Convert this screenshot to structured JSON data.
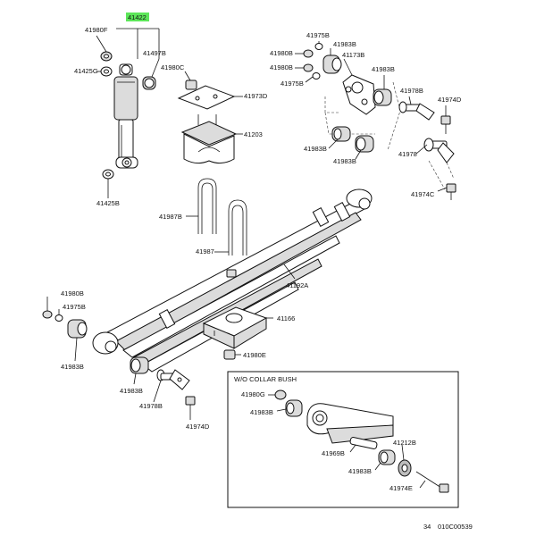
{
  "highlight_color": "#5de65a",
  "callouts": [
    {
      "id": "41422-top",
      "text": "41422",
      "highlight": true
    },
    {
      "id": "41980F",
      "text": "41980F"
    },
    {
      "id": "41425G",
      "text": "41425G"
    },
    {
      "id": "41497B",
      "text": "41497B"
    },
    {
      "id": "41980C",
      "text": "41980C"
    },
    {
      "id": "41973D",
      "text": "41973D"
    },
    {
      "id": "41203",
      "text": "41203"
    },
    {
      "id": "41425B",
      "text": "41425B"
    },
    {
      "id": "41975B-a",
      "text": "41975B"
    },
    {
      "id": "41983B-a",
      "text": "41983B"
    },
    {
      "id": "41980B-a",
      "text": "41980B"
    },
    {
      "id": "41173B",
      "text": "41173B"
    },
    {
      "id": "41980B-b",
      "text": "41980B"
    },
    {
      "id": "41975B-b",
      "text": "41975B"
    },
    {
      "id": "41983B-b",
      "text": "41983B"
    },
    {
      "id": "41978B-a",
      "text": "41978B"
    },
    {
      "id": "41974D-a",
      "text": "41974D"
    },
    {
      "id": "41983B-c",
      "text": "41983B"
    },
    {
      "id": "41983B-d",
      "text": "41983B"
    },
    {
      "id": "41978",
      "text": "41978"
    },
    {
      "id": "41974C",
      "text": "41974C"
    },
    {
      "id": "41987B",
      "text": "41987B"
    },
    {
      "id": "41987",
      "text": "41987"
    },
    {
      "id": "41192A",
      "text": "41192A"
    },
    {
      "id": "41980B-c",
      "text": "41980B"
    },
    {
      "id": "41975B-c",
      "text": "41975B"
    },
    {
      "id": "41166",
      "text": "41166"
    },
    {
      "id": "41983B-e",
      "text": "41983B"
    },
    {
      "id": "41980E",
      "text": "41980E"
    },
    {
      "id": "41983B-f",
      "text": "41983B"
    },
    {
      "id": "41978B-b",
      "text": "41978B"
    },
    {
      "id": "41974D-b",
      "text": "41974D"
    },
    {
      "id": "41980G",
      "text": "41980G"
    },
    {
      "id": "41983B-g",
      "text": "41983B"
    },
    {
      "id": "41212B",
      "text": "41212B"
    },
    {
      "id": "41969B",
      "text": "41969B"
    },
    {
      "id": "41983B-h",
      "text": "41983B"
    },
    {
      "id": "41974E",
      "text": "41974E"
    }
  ],
  "inset": {
    "title": "W/O COLLAR BUSH"
  },
  "footer": {
    "page": "34",
    "code": "010C00539"
  }
}
